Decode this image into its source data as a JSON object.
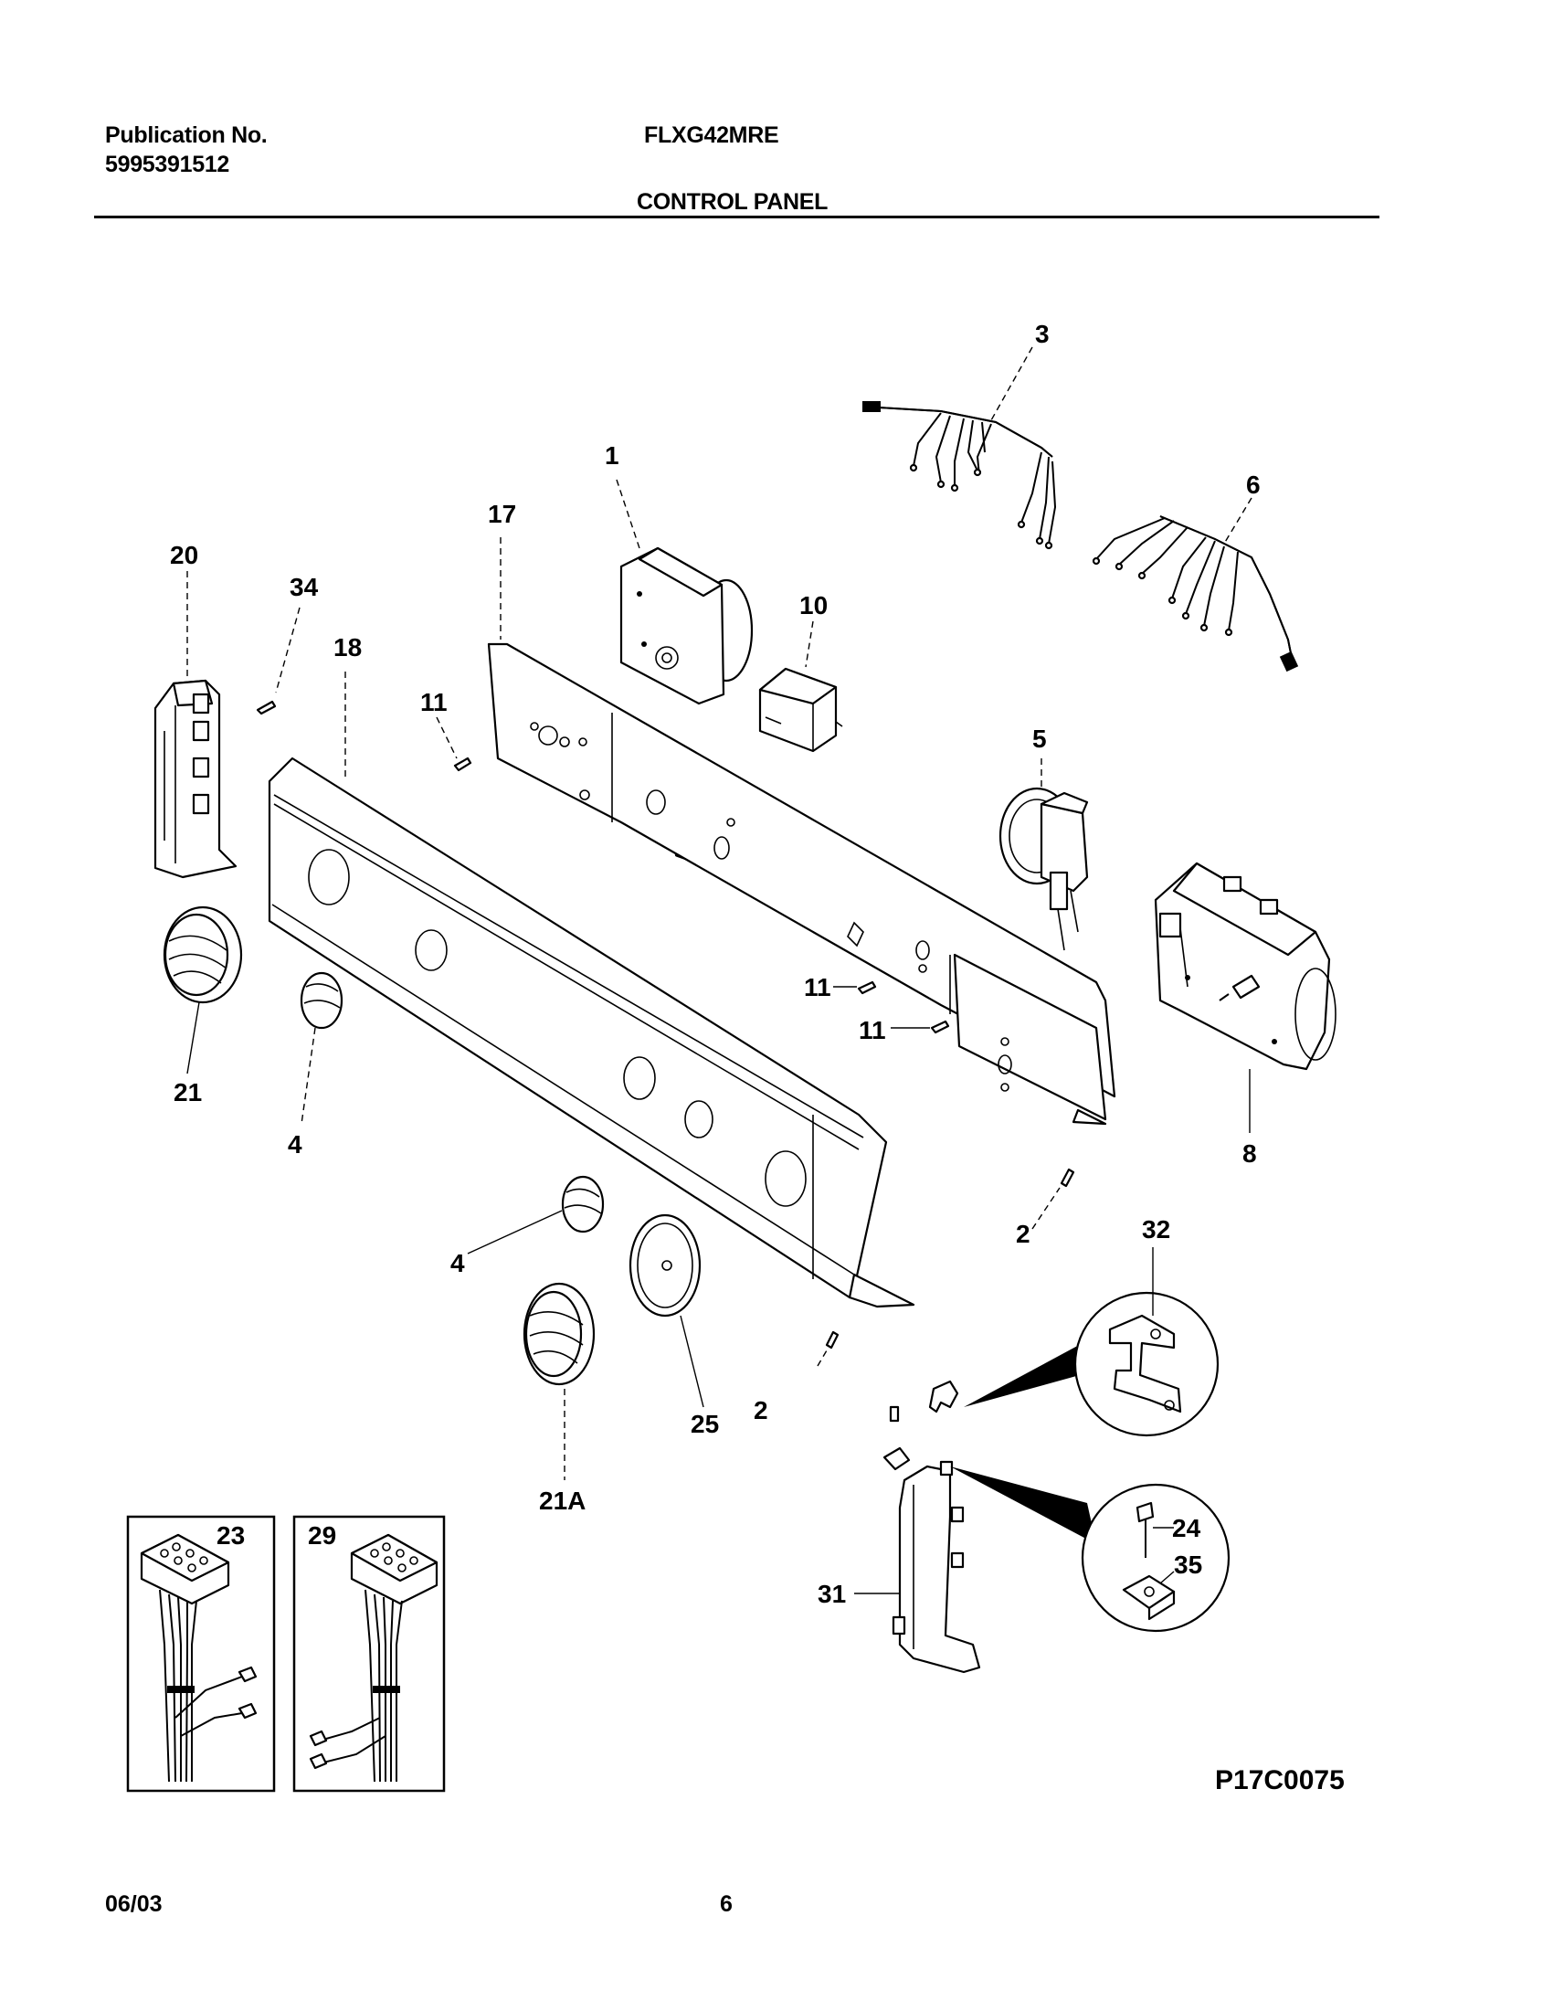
{
  "header": {
    "publication_label": "Publication No.",
    "publication_number": "5995391512",
    "model": "FLXG42MRE",
    "section_title": "CONTROL PANEL"
  },
  "callouts": {
    "c1": "1",
    "c2a": "2",
    "c2b": "2",
    "c3": "3",
    "c4a": "4",
    "c4b": "4",
    "c5": "5",
    "c6": "6",
    "c8": "8",
    "c10": "10",
    "c11a": "11",
    "c11b": "11",
    "c11c": "11",
    "c17": "17",
    "c18": "18",
    "c20": "20",
    "c21": "21",
    "c21a": "21A",
    "c23": "23",
    "c24": "24",
    "c25": "25",
    "c29": "29",
    "c31": "31",
    "c32": "32",
    "c34": "34",
    "c35": "35"
  },
  "drawing_code": "P17C0075",
  "footer": {
    "date": "06/03",
    "page_number": "6"
  }
}
